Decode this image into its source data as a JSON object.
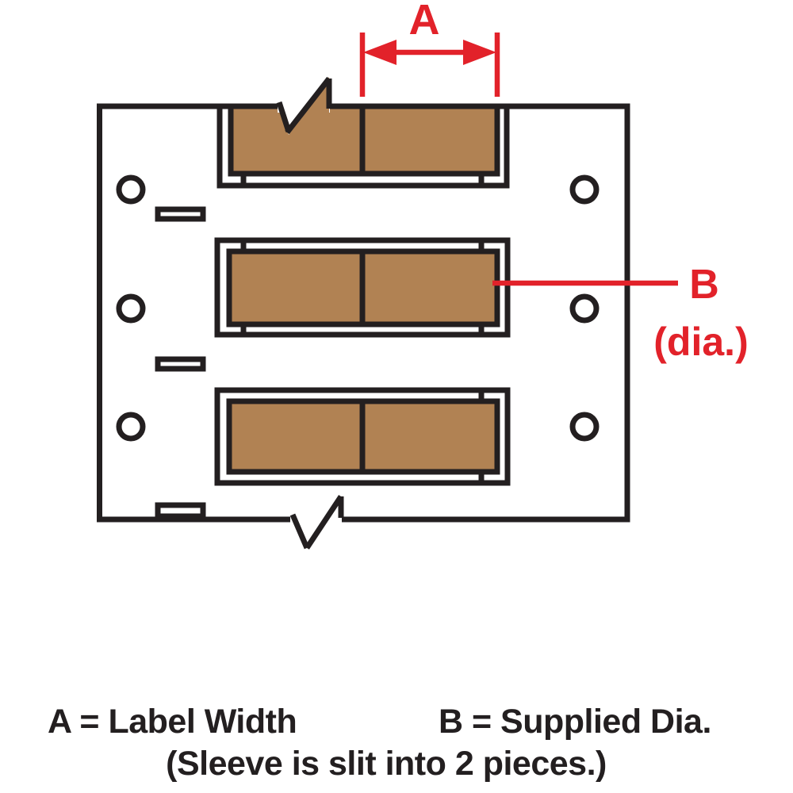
{
  "title": "Sleeve label dimension diagram",
  "colors": {
    "red": "#E2222A",
    "black": "#231F20",
    "brown": "#B18253",
    "white": "#FFFFFF"
  },
  "annotations": {
    "dim_a_label": "A",
    "dim_b_label": "B",
    "dim_b_sublabel": "(dia.)"
  },
  "legend": {
    "line1_left": "A = Label Width",
    "line1_right": "B = Supplied Dia.",
    "line2": "(Sleeve is slit into 2 pieces.)"
  }
}
